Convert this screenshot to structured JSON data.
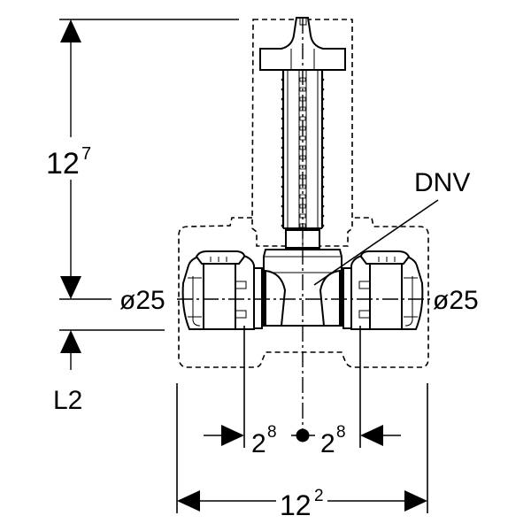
{
  "drawing": {
    "title": "Valve dimension drawing",
    "labels": {
      "height_main": "12",
      "height_main_sup": "7",
      "height_L2": "L2",
      "diameter_left": "ø25",
      "diameter_right": "ø25",
      "callout": "DNV",
      "offset_left": "2",
      "offset_left_sup": "8",
      "offset_right": "2",
      "offset_right_sup": "8",
      "width_total": "12",
      "width_total_sup": "2"
    }
  }
}
